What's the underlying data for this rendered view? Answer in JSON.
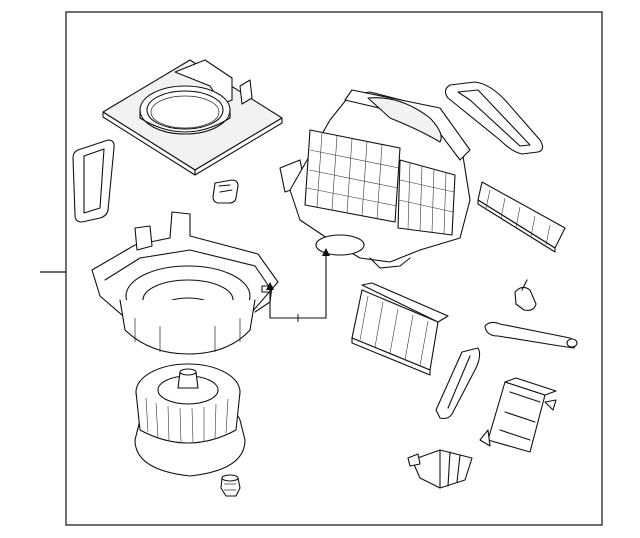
{
  "diagram": {
    "parts": [
      {
        "id": "blower-housing-cover"
      },
      {
        "id": "fresh-air-gasket"
      },
      {
        "id": "small-grommet"
      },
      {
        "id": "blower-case"
      },
      {
        "id": "evaporator-heater-unit"
      },
      {
        "id": "filter-access-gasket"
      },
      {
        "id": "cabin-air-filter"
      },
      {
        "id": "evaporator-core"
      },
      {
        "id": "sensor"
      },
      {
        "id": "temperature-sensor-probe"
      },
      {
        "id": "vent-duct"
      },
      {
        "id": "resistor-module"
      },
      {
        "id": "blower-motor-fan"
      },
      {
        "id": "actuator"
      },
      {
        "id": "mounting-screw"
      }
    ]
  }
}
